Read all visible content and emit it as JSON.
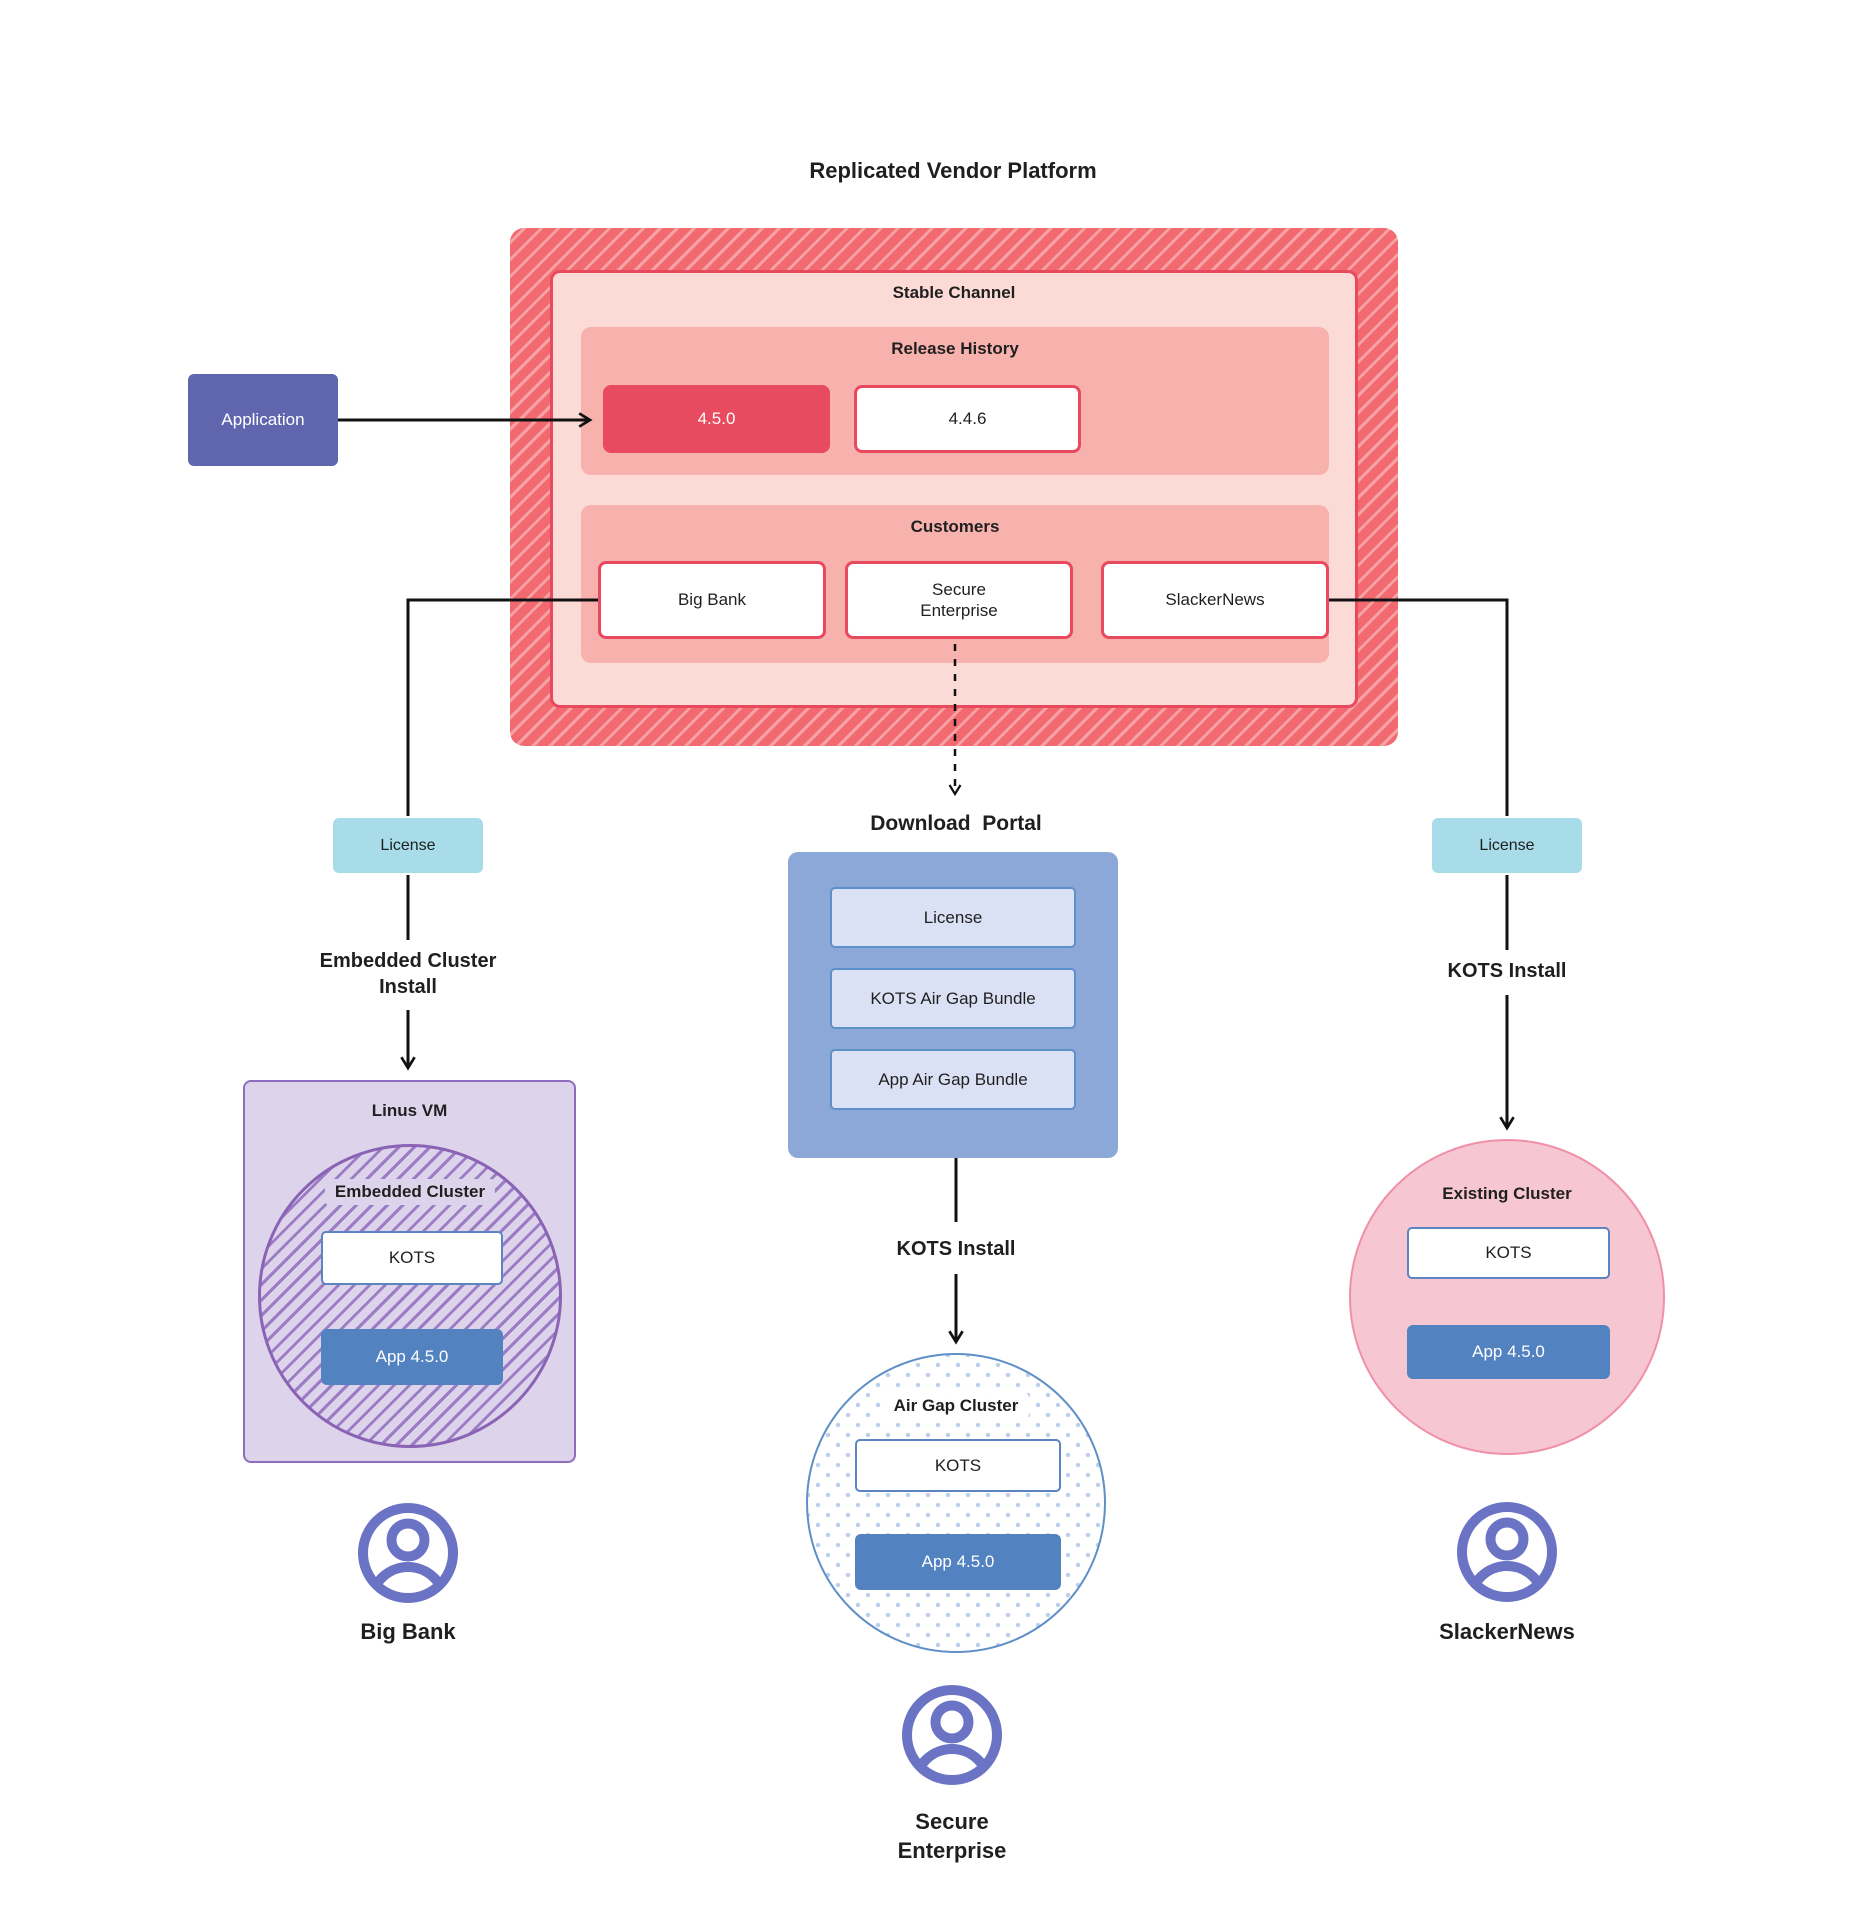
{
  "title": "Replicated Vendor Platform",
  "application": {
    "label": "Application"
  },
  "platform": {
    "stable_channel": "Stable Channel",
    "release_history": {
      "label": "Release History",
      "current_version": "4.5.0",
      "previous_version": "4.4.6"
    },
    "customers": {
      "label": "Customers",
      "items": [
        "Big Bank",
        "Secure\nEnterprise",
        "SlackerNews"
      ]
    }
  },
  "download_portal": {
    "label": "Download  Portal",
    "items": [
      "License",
      "KOTS Air Gap Bundle",
      "App Air Gap Bundle"
    ]
  },
  "paths": {
    "left": {
      "license": "License",
      "install": "Embedded Cluster\nInstall",
      "host": "Linus VM",
      "cluster": "Embedded Cluster",
      "kots": "KOTS",
      "app": "App 4.5.0",
      "user": "Big Bank"
    },
    "middle": {
      "install": "KOTS Install",
      "cluster": "Air Gap Cluster",
      "kots": "KOTS",
      "app": "App 4.5.0",
      "user": "Secure\nEnterprise"
    },
    "right": {
      "license": "License",
      "install": "KOTS Install",
      "cluster": "Existing Cluster",
      "kots": "KOTS",
      "app": "App 4.5.0",
      "user": "SlackerNews"
    }
  },
  "colors": {
    "ink": "#1f1f1f",
    "line": "#111111",
    "red-stripe-a": "#f2696f",
    "red-stripe-b": "#f7a3a5",
    "channel-bg": "#fcdbd7",
    "channel-border": "#e8495f",
    "panel-bg": "#f7b2ae",
    "release-accent": "#e84a5f",
    "app-indigo": "#5f66ae",
    "license-cyan": "#a7dce8",
    "portal-bg": "#8ca8d8",
    "portal-item-bg": "#dbe1f4",
    "portal-item-border": "#5d8fc9",
    "app-blue": "#5382c1",
    "kots-border": "#5b84c0",
    "vm-bg": "#ddd4ec",
    "vm-border": "#8f6cbe",
    "purple-stripe": "#9b7cc5",
    "purple-circle-border": "#8a63b5",
    "dot-blue": "#b9cfec",
    "airgap-border": "#5f8fc7",
    "pink-bg": "#f7c6d3",
    "pink-border": "#f090a8",
    "person-indigo": "#6b74c4"
  }
}
